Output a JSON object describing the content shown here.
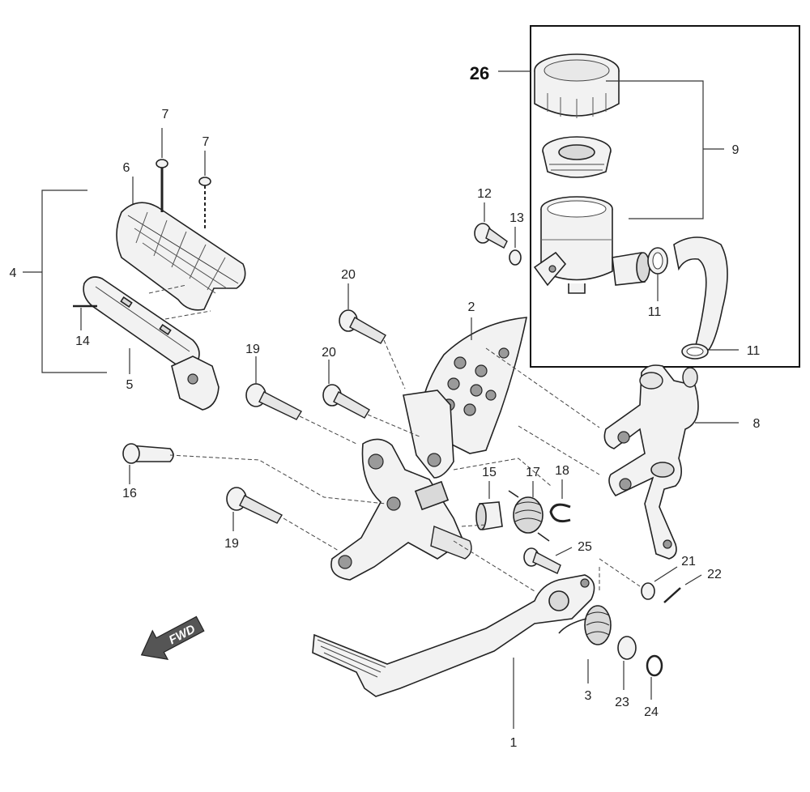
{
  "labels": {
    "l1": "1",
    "l2": "2",
    "l3": "3",
    "l4": "4",
    "l5": "5",
    "l6": "6",
    "l7a": "7",
    "l7b": "7",
    "l8": "8",
    "l9": "9",
    "l11a": "11",
    "l11b": "11",
    "l12": "12",
    "l13": "13",
    "l14": "14",
    "l15": "15",
    "l16": "16",
    "l17": "17",
    "l18": "18",
    "l19a": "19",
    "l19b": "19",
    "l20a": "20",
    "l20b": "20",
    "l21": "21",
    "l22": "22",
    "l23": "23",
    "l24": "24",
    "l25": "25",
    "l26": "26"
  },
  "fwd": "FWD"
}
